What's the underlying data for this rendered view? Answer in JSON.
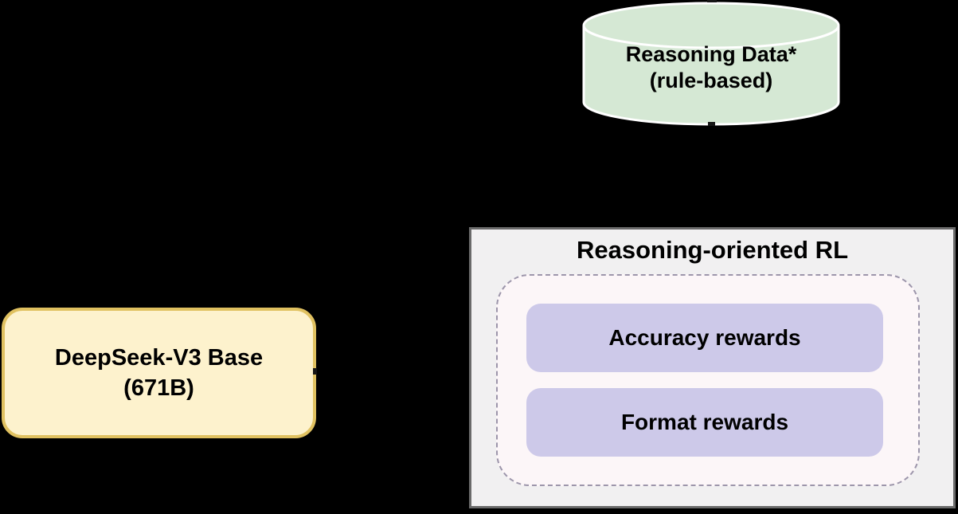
{
  "diagram": {
    "nodes": {
      "reasoning_data": {
        "title": "Reasoning Data*",
        "subtitle": "(rule-based)"
      },
      "base_model": {
        "title": "DeepSeek-V3 Base",
        "subtitle": "(671B)"
      },
      "rl": {
        "title": "Reasoning-oriented RL",
        "rewards": [
          "Accuracy rewards",
          "Format rewards"
        ]
      }
    }
  },
  "colors": {
    "background": "#000000",
    "cylinder_fill": "#d5e8d4",
    "cylinder_stroke": "#ffffff",
    "base_fill": "#fdf2cd",
    "base_border": "#e0c160",
    "rl_fill": "#f1f0f1",
    "rl_border": "#6a6a6a",
    "inner_fill": "#fcf6f8",
    "inner_border": "#9d96ab",
    "reward_fill": "#cdc9e9",
    "text": "#000000"
  }
}
